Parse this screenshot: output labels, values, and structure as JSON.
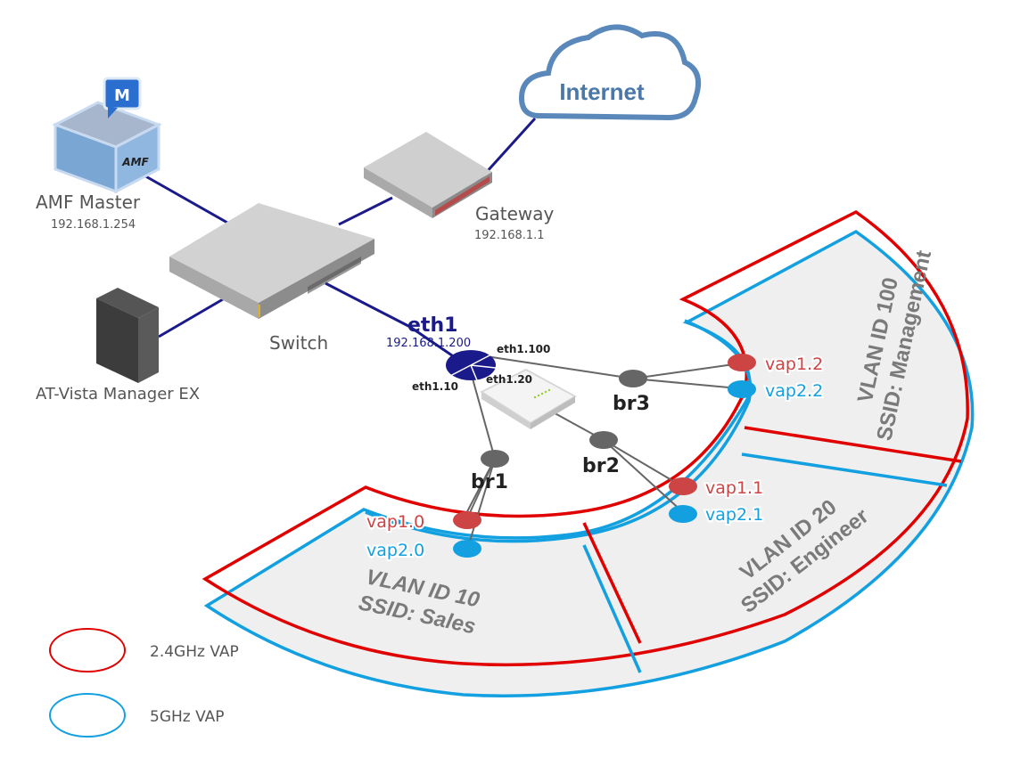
{
  "title": "AMF managed wireless network with VLAN/SSID VAP mapping",
  "nodes": {
    "amf_master": {
      "name": "AMF Master",
      "ip": "192.168.1.254",
      "badge": "M",
      "logo": "AMF"
    },
    "switch": {
      "name": "Switch"
    },
    "gateway": {
      "name": "Gateway",
      "ip": "192.168.1.1"
    },
    "internet": {
      "name": "Internet"
    },
    "vista": {
      "name": "AT-Vista Manager EX"
    },
    "ap_interface": {
      "name": "eth1",
      "ip": "192.168.1.200"
    }
  },
  "subinterfaces": [
    "eth1.100",
    "eth1.20",
    "eth1.10"
  ],
  "bridges": [
    "br1",
    "br2",
    "br3"
  ],
  "vaps": {
    "vap10": "vap1.0",
    "vap20": "vap2.0",
    "vap11": "vap1.1",
    "vap21": "vap2.1",
    "vap12": "vap1.2",
    "vap22": "vap2.2"
  },
  "zones": [
    {
      "vlan": "VLAN ID 10",
      "ssid": "SSID: Sales"
    },
    {
      "vlan": "VLAN ID 20",
      "ssid": "SSID: Engineer"
    },
    {
      "vlan": "VLAN ID 100",
      "ssid": "SSID: Management"
    }
  ],
  "legend": [
    {
      "label": "2.4GHz VAP",
      "color": "#e00000"
    },
    {
      "label": "5GHz VAP",
      "color": "#12a0e0"
    }
  ],
  "colors": {
    "band24": "#e00000",
    "band5": "#12a0e0",
    "vap24_dot": "#cc4444",
    "vap5_dot": "#12a0e0",
    "link": "#1a1a8a",
    "eth": "#1a1a8a"
  }
}
